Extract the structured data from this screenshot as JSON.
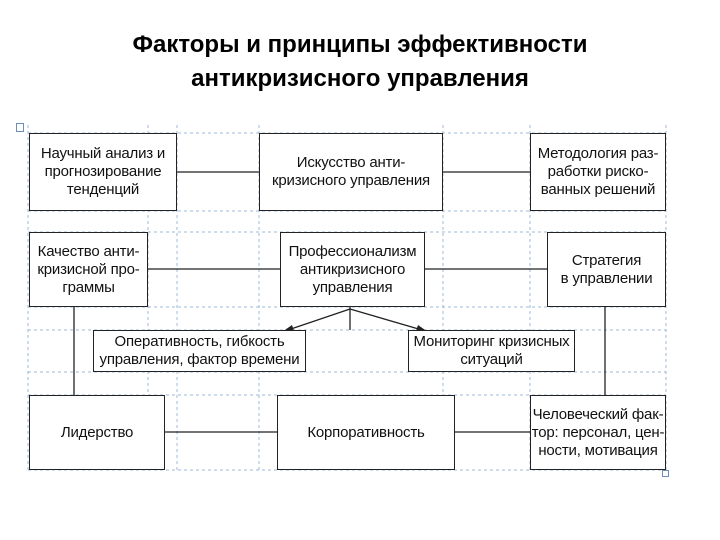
{
  "title": {
    "line1": "Факторы и принципы эффективности",
    "line2": "антикризисного управления"
  },
  "boxes": {
    "scientific_analysis": "Научный анализ и\nпрогнозирование\nтенденций",
    "art": "Искусство анти-\nкризисного управления",
    "methodology": "Методология раз-\nработки риско-\nванных решений",
    "quality": "Качество анти-\nкризисной про-\nграммы",
    "professionalism": "Профессионализм\nантикризисного\nуправления",
    "strategy": "Стратегия\nв управлении",
    "efficiency": "Оперативность, гибкость\nуправления, фактор времени",
    "monitoring": "Мониторинг кризисных\nситуаций",
    "leadership": "Лидерство",
    "corporate": "Корпоративность",
    "human_factor": "Человеческий фак-\nтор: персонал, цен-\nности, мотивация"
  },
  "colors": {
    "grid_dashed": "#9db8d8",
    "box_border": "#222222",
    "connector": "#222222"
  }
}
